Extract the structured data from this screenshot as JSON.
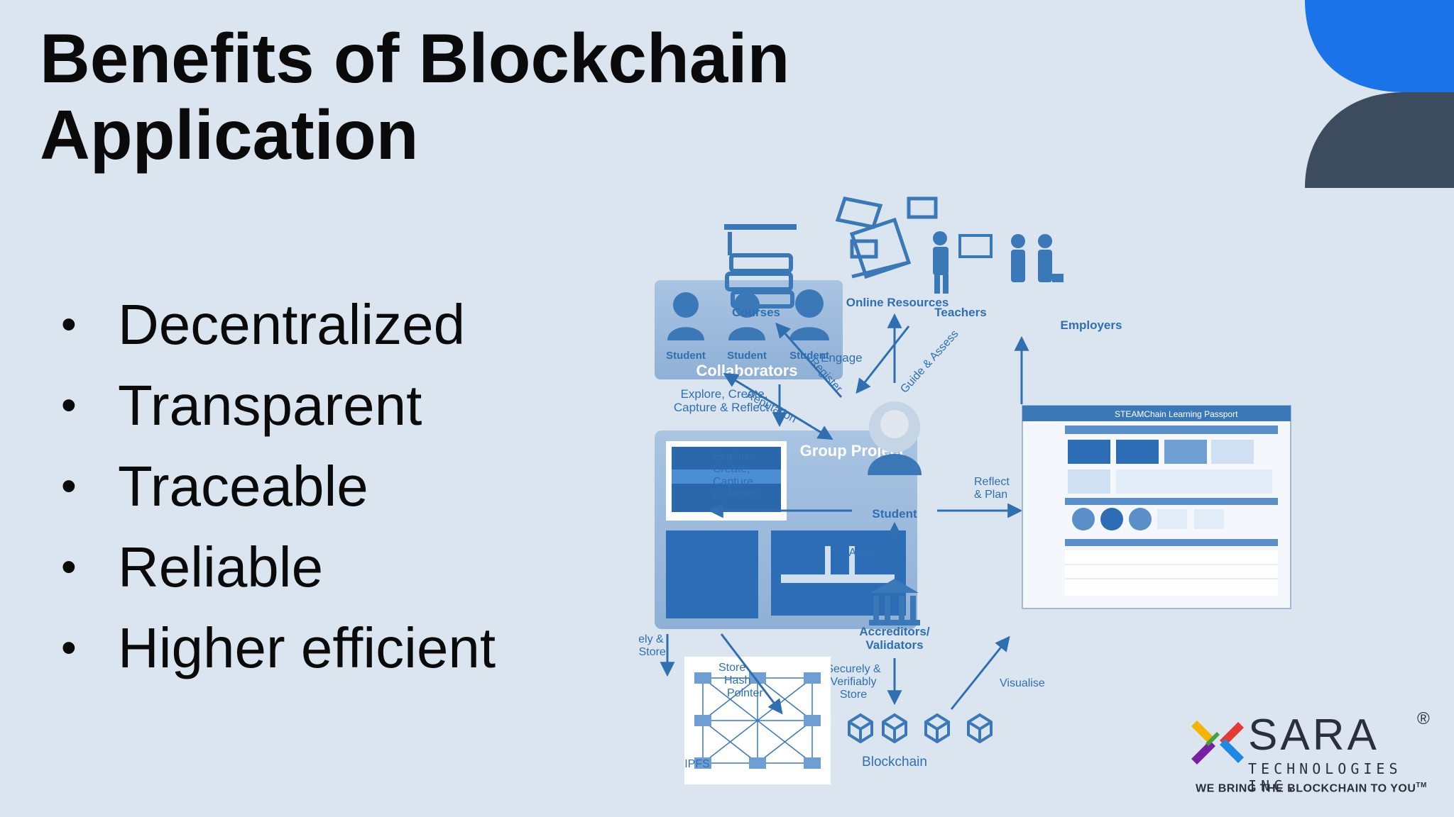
{
  "slide": {
    "title_line1": "Benefits of Blockchain",
    "title_line2": "Application",
    "bullets": [
      "Decentralized",
      "Transparent",
      "Traceable",
      "Reliable",
      "Higher efficient"
    ]
  },
  "diagram": {
    "collaborators": {
      "students": [
        "Student",
        "Student",
        "Student"
      ],
      "label": "Collaborators"
    },
    "group_project_label": "Group Project",
    "courses": "Courses",
    "online_resources": "Online Resources",
    "teachers": "Teachers",
    "employers": "Employers",
    "student": "Student",
    "accreditors_line1": "Accreditors/",
    "accreditors_line2": "Validators",
    "blockchain": "Blockchain",
    "ipfs": "IPFS",
    "passport_title": "STEAMChain Learning Passport",
    "arrows": {
      "explore_create_1": "Explore, Create,",
      "explore_create_2": "Capture & Reflect",
      "register": "Register",
      "reputation": "Reputation",
      "engage": "Engage",
      "guide_assess": "Guide & Assess",
      "student_explore_1": "Explore,",
      "student_explore_2": "Create,",
      "student_explore_3": "Capture",
      "student_explore_4": "& Reflect",
      "reflect_1": "Reflect",
      "reflect_2": "& Plan",
      "award": "Award",
      "securely_1": "Securely &",
      "securely_2": "Verifiably Store",
      "store_1": "Store",
      "store_2": "Hash",
      "store_3": "Pointer",
      "acc_store_1": "Securely &",
      "acc_store_2": "Verifiably",
      "acc_store_3": "Store",
      "visualise": "Visualise"
    }
  },
  "logo": {
    "word": "SARA",
    "registered": "®",
    "sub": "TECHNOLOGIES INC.",
    "tagline": "WE BRING THE BLOCKCHAIN TO YOU",
    "tm": "TM"
  },
  "colors": {
    "background": "#dae5f0",
    "accent_blue": "#1a73e8",
    "accent_slate": "#3d4b5e",
    "diagram_blue": "#3b78b8"
  }
}
